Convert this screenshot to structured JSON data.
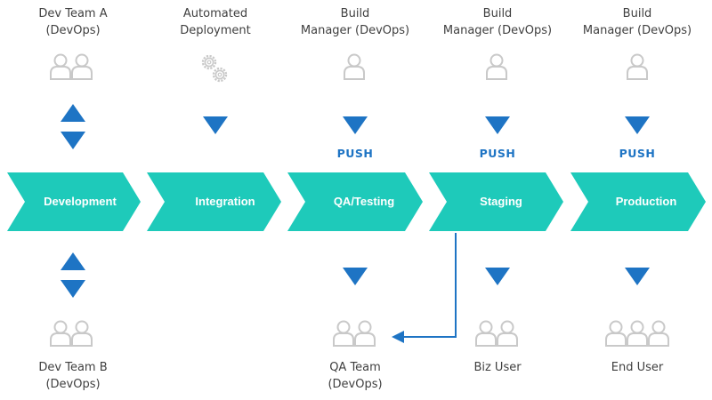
{
  "top_labels": [
    {
      "line1": "Dev Team A",
      "line2": "(DevOps)"
    },
    {
      "line1": "Automated",
      "line2": "Deployment"
    },
    {
      "line1": "Build",
      "line2": "Manager (DevOps)"
    },
    {
      "line1": "Build",
      "line2": "Manager (DevOps)"
    },
    {
      "line1": "Build",
      "line2": "Manager (DevOps)"
    }
  ],
  "push_label": "PUSH",
  "stages": [
    "Development",
    "Integration",
    "QA/Testing",
    "Staging",
    "Production"
  ],
  "bottom_labels": [
    {
      "line1": "Dev Team B",
      "line2": "(DevOps)"
    },
    {
      "line1": "QA Team",
      "line2": "(DevOps)"
    },
    {
      "line1": "Biz User",
      "line2": ""
    },
    {
      "line1": "End User",
      "line2": ""
    }
  ],
  "colors": {
    "chevron": "#1ecaba",
    "arrow": "#1e74c4",
    "icon_stroke": "#c9c9c9",
    "text": "#3f3f3f"
  },
  "icons": {
    "dev_team_a": "group-of-two-users-icon",
    "automated_deployment": "gears-icon",
    "build_manager": "single-user-icon",
    "qa_team": "group-of-two-users-icon",
    "biz_user": "group-of-two-users-icon",
    "end_user": "group-of-three-users-icon"
  }
}
